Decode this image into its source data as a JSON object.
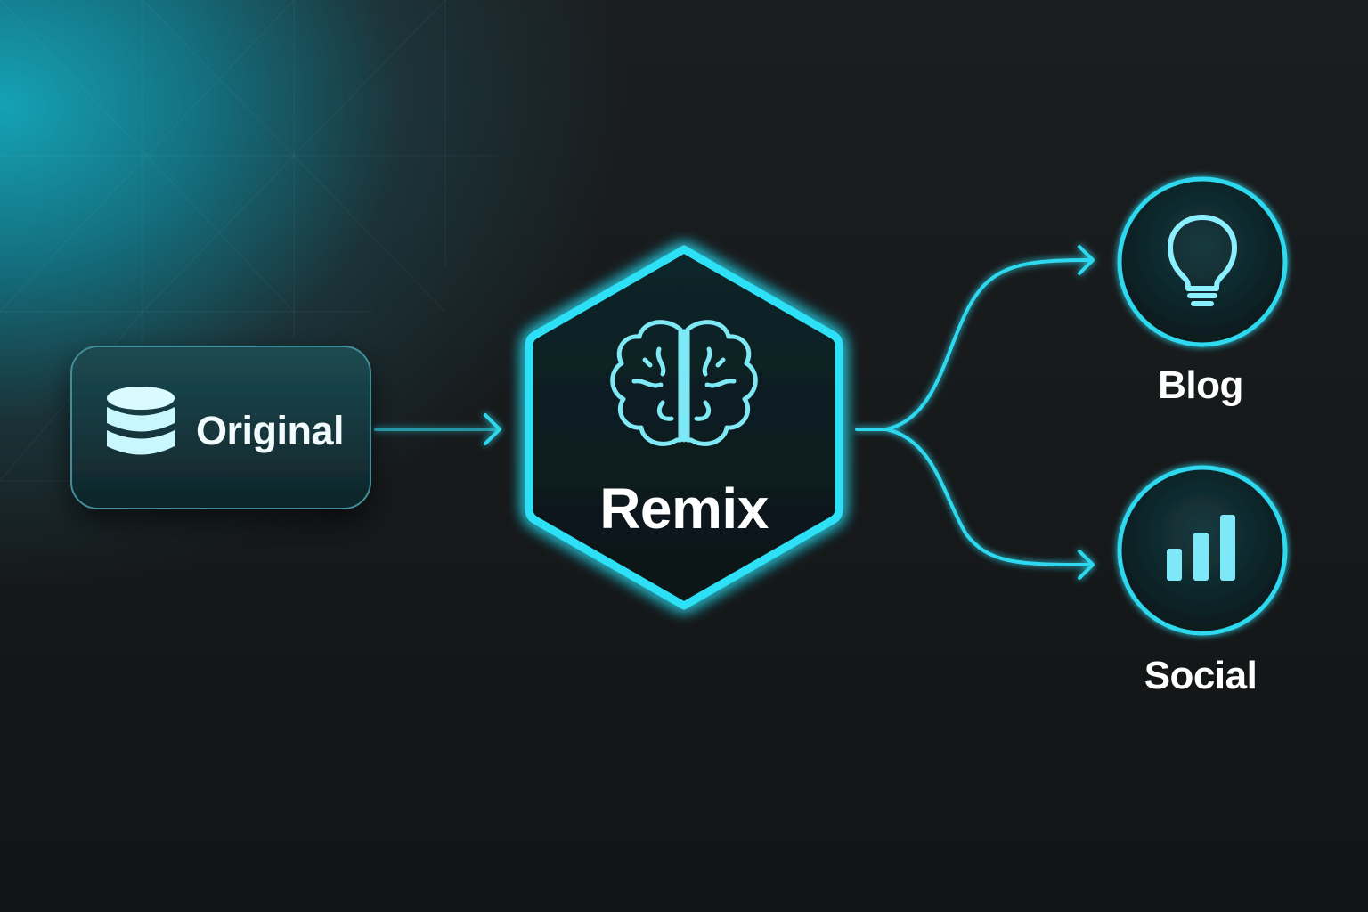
{
  "diagram": {
    "source_node": {
      "label": "Original",
      "icon": "database-icon"
    },
    "process_node": {
      "label": "Remix",
      "icon": "brain-icon"
    },
    "output_nodes": [
      {
        "label": "Blog",
        "icon": "lightbulb-icon"
      },
      {
        "label": "Social",
        "icon": "bar-chart-icon"
      }
    ]
  },
  "colors": {
    "accent": "#2fd8ee",
    "accent_glow": "#19c6e0",
    "background": "#121415",
    "node_fill": "#0f2a2e",
    "text": "#ffffff"
  }
}
